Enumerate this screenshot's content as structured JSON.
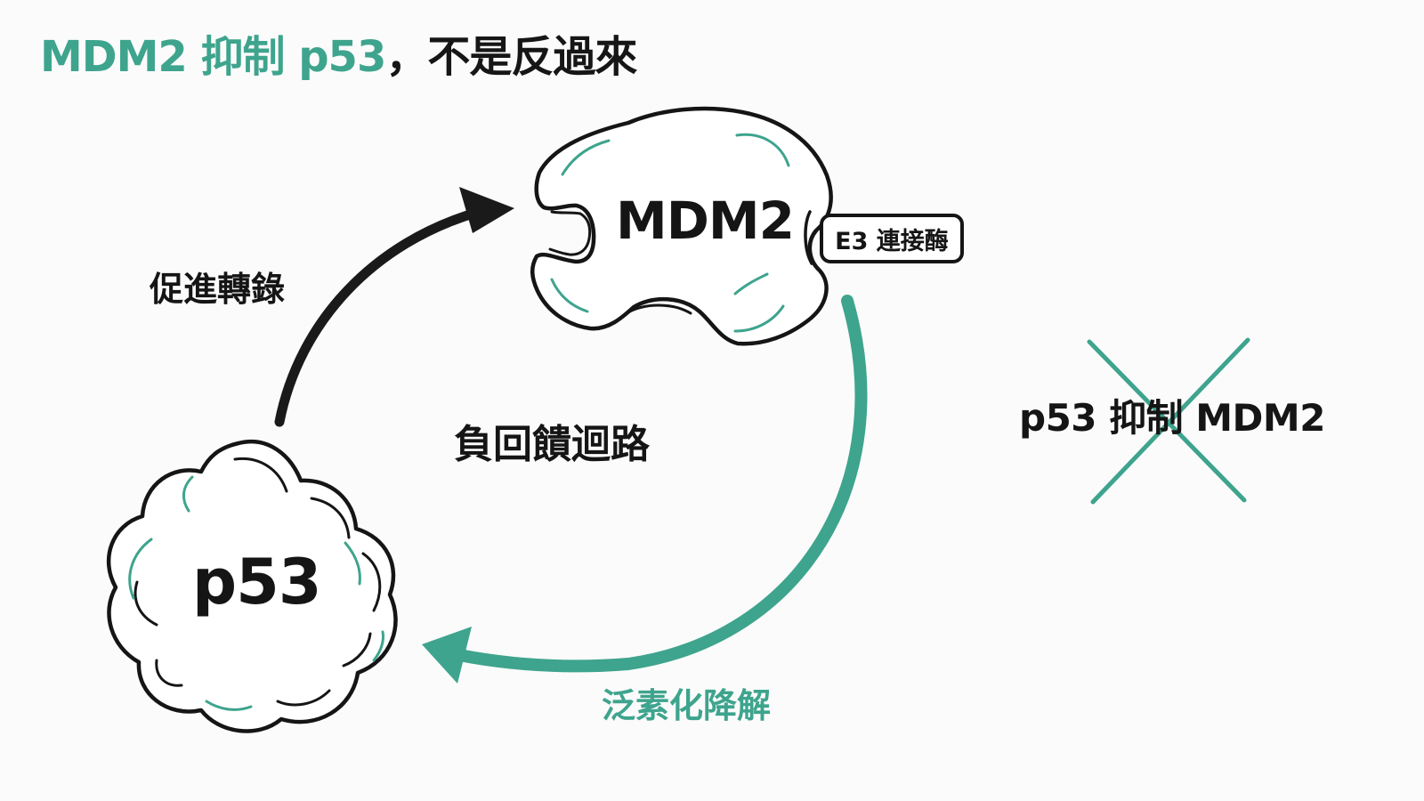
{
  "title": {
    "accent": "MDM2 抑制 p53",
    "rest": "，不是反過來"
  },
  "nodes": {
    "mdm2": "MDM2",
    "p53": "p53",
    "e3_ligase": "E3 連接酶"
  },
  "labels": {
    "transcription": "促進轉錄",
    "feedback_loop": "負回饋迴路",
    "ubiquitination": "泛素化降解",
    "wrong_claim": "p53 抑制 MDM2"
  },
  "colors": {
    "accent": "#3ea48d",
    "ink": "#151515",
    "background": "#fbfbfb"
  },
  "icons": {
    "crossed_out": "x-mark-icon"
  }
}
